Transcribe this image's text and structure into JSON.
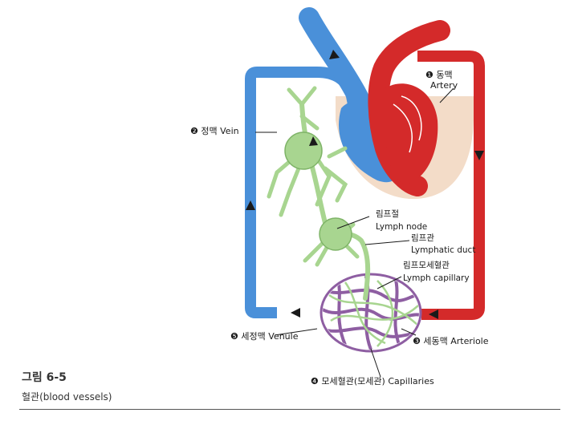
{
  "labels": {
    "artery": {
      "num": "❶",
      "ko": "동맥",
      "en": "Artery"
    },
    "vein": {
      "num": "❷",
      "ko": "정맥",
      "en": "Vein"
    },
    "arteriole": {
      "num": "❸",
      "ko": "세동맥",
      "en": "Arteriole"
    },
    "capillaries": {
      "num": "❹",
      "ko": "모세혈관(모세관)",
      "en": "Capillaries"
    },
    "venule": {
      "num": "❺",
      "ko": "세정맥",
      "en": "Venule"
    },
    "lymph_node": {
      "ko": "림프절",
      "en": "Lymph node"
    },
    "lymphatic_duct": {
      "ko": "림프관",
      "en": "Lymphatic duct"
    },
    "lymph_capillary": {
      "ko": "림프모세혈관",
      "en": "Lymph capillary"
    }
  },
  "caption": {
    "title": "그림 6-5",
    "subtitle": "혈관(blood vessels)"
  },
  "colors": {
    "vein": "#4a90d9",
    "artery": "#d42a2a",
    "lymph": "#a8d590",
    "capillary_net": "#8e5ea2",
    "tissue": "#f3dcc8"
  }
}
